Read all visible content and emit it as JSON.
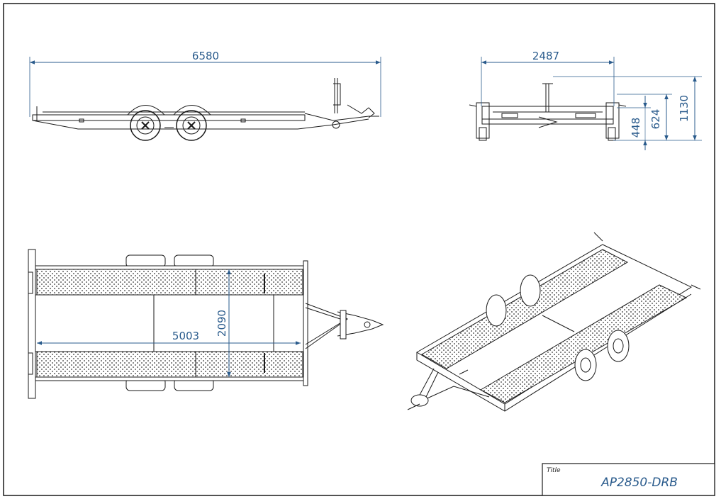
{
  "dimensions": {
    "overall_length": "6580",
    "overall_width": "2487",
    "height_1130": "1130",
    "height_624": "624",
    "height_448": "448",
    "bed_length": "5003",
    "bed_width": "2090"
  },
  "title_block": {
    "label": "Title",
    "value": "AP2850-DRB"
  },
  "colors": {
    "line": "#1a1a1a",
    "dimension": "#2a5b8c"
  }
}
